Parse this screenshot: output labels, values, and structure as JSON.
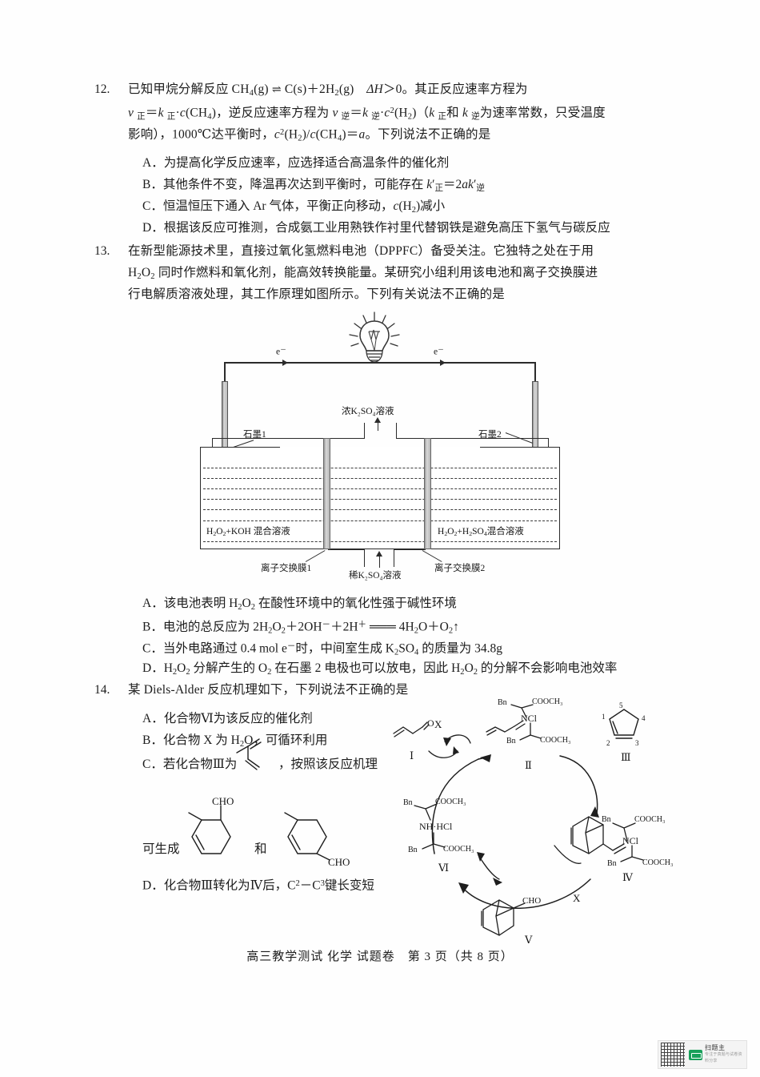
{
  "page": {
    "footer": "高三教学测试 化学 试题卷　第 3 页（共 8 页）",
    "watermark": {
      "brand": "扫题主",
      "sub": "专注于真题与试卷资料分享"
    }
  },
  "questions": [
    {
      "number": "12.",
      "stem_lines": [
        "已知甲烷分解反应 CH₄(g) ⇌ C(s)＋2H₂(g)　ΔH＞0。其正反应速率方程为",
        "v正＝k正·c(CH₄)，逆反应速率方程为 v逆＝k逆·c²(H₂)（k正和k逆为速率常数，只受温度",
        "影响），1000℃达平衡时，c²(H₂)/c(CH₄)＝a。下列说法不正确的是"
      ],
      "options": [
        {
          "tag": "A．",
          "text": "为提高化学反应速率，应选择适合高温条件的催化剂"
        },
        {
          "tag": "B．",
          "text": "其他条件不变，降温再次达到平衡时，可能存在 k′正＝2ak′逆"
        },
        {
          "tag": "C．",
          "text": "恒温恒压下通入 Ar 气体，平衡正向移动，c(H₂)减小"
        },
        {
          "tag": "D．",
          "text": "根据该反应可推测，合成氨工业用熟铁作衬里代替钢铁是避免高压下氢气与碳反应"
        }
      ]
    },
    {
      "number": "13.",
      "stem_lines": [
        "在新型能源技术里，直接过氧化氢燃料电池（DPPFC）备受关注。它独特之处在于用",
        "H₂O₂ 同时作燃料和氧化剂，能高效转换能量。某研究小组利用该电池和离子交换膜进",
        "行电解质溶液处理，其工作原理如图所示。下列有关说法不正确的是"
      ],
      "options": [
        {
          "tag": "A．",
          "text": "该电池表明 H₂O₂ 在酸性环境中的氧化性强于碱性环境"
        },
        {
          "tag": "B．",
          "text": "电池的总反应为 2H₂O₂＋2OH⁻＋2H⁺ ═══ 4H₂O＋O₂↑"
        },
        {
          "tag": "C．",
          "text": "当外电路通过 0.4 mol e⁻时，中间室生成 K₂SO₄ 的质量为 34.8g"
        },
        {
          "tag": "D．",
          "text": "H₂O₂ 分解产生的 O₂ 在石墨 2 电极也可以放电，因此 H₂O₂ 的分解不会影响电池效率"
        }
      ]
    },
    {
      "number": "14.",
      "stem_lines": [
        "某 Diels-Alder 反应机理如下，下列说法不正确的是"
      ],
      "options": [
        {
          "tag": "A．",
          "text": "化合物Ⅵ为该反应的催化剂"
        },
        {
          "tag": "B．",
          "text": "化合物 X 为 H₂O，可循环利用"
        },
        {
          "tag": "C．",
          "text": "若化合物Ⅲ为",
          "text_after": "，按照该反应机理"
        },
        {
          "tag": "",
          "text_prefix": "可生成",
          "text_middle": "和"
        },
        {
          "tag": "D．",
          "text": "化合物Ⅲ转化为Ⅳ后，C²－C³键长变短"
        }
      ]
    }
  ],
  "cell_diagram": {
    "electron_left": "e⁻",
    "electron_right": "e⁻",
    "electrode_left": "石墨1",
    "electrode_right": "石墨2",
    "concentrated": "浓K₂SO₄溶液",
    "dilute": "稀K₂SO₄溶液",
    "membrane_left": "离子交换膜1",
    "membrane_right": "离子交换膜2",
    "solution_left": "H₂O₂+KOH 混合溶液",
    "solution_right": "H₂O₂+H₂SO₄混合溶液",
    "lamp": "light-bulb"
  },
  "cycle_diagram": {
    "labels": {
      "I": "Ⅰ",
      "II": "Ⅱ",
      "III": "Ⅲ",
      "IV": "Ⅳ",
      "V": "Ⅴ",
      "VI": "Ⅵ",
      "X_top": "X",
      "X_bottom": "X"
    },
    "groups": {
      "bn": "Bn",
      "cooch3": "COOCH₃",
      "ncl": "NCl",
      "nhhcl": "NH·HCl",
      "cho": "CHO",
      "o": "O"
    },
    "ring_numbers": [
      "1",
      "2",
      "3",
      "4",
      "5"
    ]
  }
}
